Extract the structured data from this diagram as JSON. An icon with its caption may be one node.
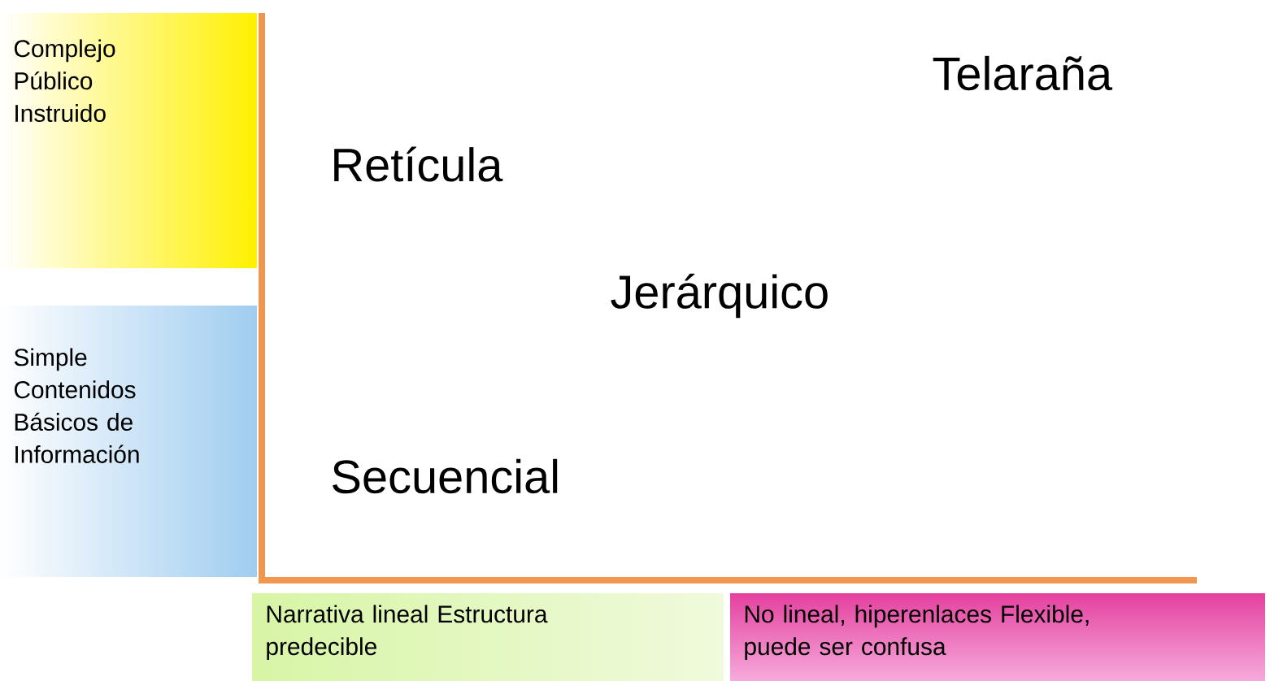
{
  "diagram": {
    "nodes": [
      {
        "text": [
          "Complejo Público Instruido"
        ]
      },
      {
        "text": [
          "Simple Contenidos Básicos de Información"
        ]
      },
      {
        "text": [
          "Narrativa lineal Estructura predecible"
        ]
      },
      {
        "text": [
          "No lineal, hiperenlaces Flexible, puede ser confusa"
        ]
      }
    ],
    "labels": [
      "Telaraña",
      "Retícula",
      "Jerárquico",
      "Secuencial"
    ]
  }
}
